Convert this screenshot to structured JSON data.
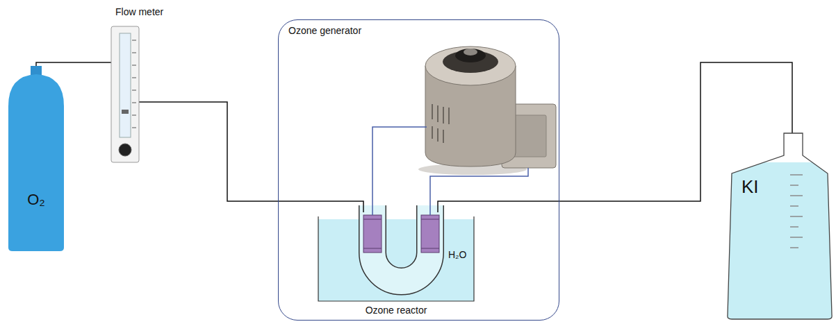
{
  "diagram": {
    "nodes": [
      {
        "text": [
          "O₂"
        ]
      },
      {
        "text": [
          "Flow meter"
        ]
      },
      {
        "text": [
          "Ozone generator"
        ]
      },
      {
        "text": [
          "H₂O",
          "Ozone reactor"
        ],
        "in": 2
      },
      {
        "text": [
          "KI"
        ]
      }
    ],
    "edges": [
      {
        "from": 0,
        "to": 1,
        "arrow": "none"
      },
      {
        "from": 1,
        "to": 3,
        "arrow": "none"
      },
      {
        "from": 3,
        "to": 4,
        "arrow": "none"
      }
    ]
  }
}
